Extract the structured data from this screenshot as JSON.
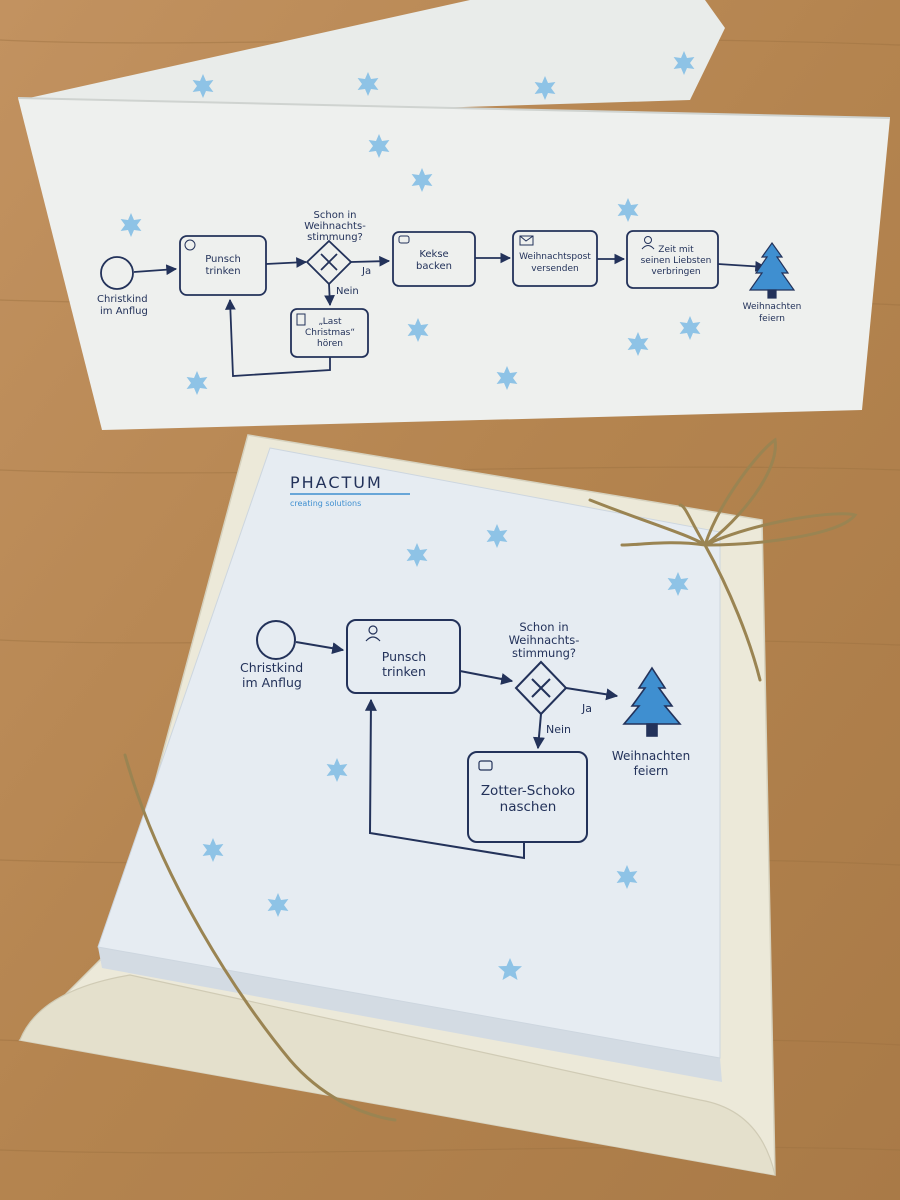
{
  "colors": {
    "wood": "#b88a55",
    "wood_dark": "#9c7040",
    "card": "#eef0ee",
    "box_lid": "#e6ecf2",
    "box_tray": "#ece9d9",
    "ink": "#23325a",
    "star": "#8ec3e6",
    "tree": "#3f8fd0",
    "cord": "#9a8452"
  },
  "card": {
    "start_label_1": "Christkind",
    "start_label_2": "im Anflug",
    "task1_1": "Punsch",
    "task1_2": "trinken",
    "gateway_1": "Schon in",
    "gateway_2": "Weihnachts-",
    "gateway_3": "stimmung?",
    "yes": "Ja",
    "no": "Nein",
    "sub_1": "„Last",
    "sub_2": "Christmas“",
    "sub_3": "hören",
    "task2_1": "Kekse",
    "task2_2": "backen",
    "task3_1": "Weihnachtspost",
    "task3_2": "versenden",
    "task4_1": "Zeit mit",
    "task4_2": "seinen Liebsten",
    "task4_3": "verbringen",
    "end_1": "Weihnachten",
    "end_2": "feiern"
  },
  "box": {
    "brand": "PHACTUM",
    "tagline": "creating solutions",
    "start_label_1": "Christkind",
    "start_label_2": "im Anflug",
    "task1_1": "Punsch",
    "task1_2": "trinken",
    "gateway_1": "Schon in",
    "gateway_2": "Weihnachts-",
    "gateway_3": "stimmung?",
    "yes": "Ja",
    "no": "Nein",
    "sub_1": "Zotter-Schoko",
    "sub_2": "naschen",
    "end_1": "Weihnachten",
    "end_2": "feiern"
  }
}
